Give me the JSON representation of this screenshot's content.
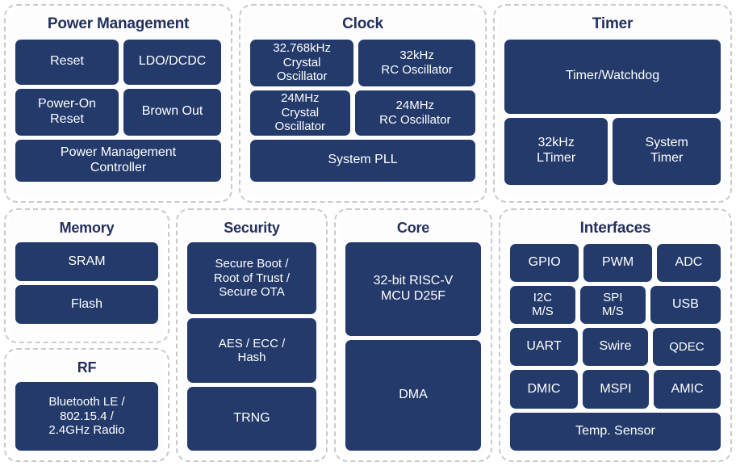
{
  "diagram": {
    "colors": {
      "block_fill": "#233a6b",
      "block_text": "#ffffff",
      "group_title": "#23305c",
      "group_border": "#c9c9c9",
      "background": "#ffffff"
    },
    "groups": [
      {
        "id": "power-management",
        "title": "Power Management",
        "blocks": [
          [
            "Reset",
            "LDO/DCDC"
          ],
          [
            "Power-On\nReset",
            "Brown Out"
          ],
          [
            "Power Management\nController"
          ]
        ]
      },
      {
        "id": "clock",
        "title": "Clock",
        "blocks": [
          [
            "32.768kHz\nCrystal\nOscillator",
            "32kHz\nRC Oscillator"
          ],
          [
            "24MHz\nCrystal\nOscillator",
            "24MHz\nRC Oscillator"
          ],
          [
            "System PLL"
          ]
        ]
      },
      {
        "id": "timer",
        "title": "Timer",
        "blocks": [
          [
            "Timer/Watchdog"
          ],
          [
            "32kHz\nLTimer",
            "System\nTimer"
          ]
        ]
      },
      {
        "id": "memory",
        "title": "Memory",
        "blocks": [
          [
            "SRAM"
          ],
          [
            "Flash"
          ]
        ]
      },
      {
        "id": "rf",
        "title": "RF",
        "blocks": [
          [
            "Bluetooth LE /\n802.15.4 /\n2.4GHz Radio"
          ]
        ]
      },
      {
        "id": "security",
        "title": "Security",
        "blocks": [
          [
            "Secure Boot /\nRoot of Trust /\nSecure OTA"
          ],
          [
            "AES / ECC /\nHash"
          ],
          [
            "TRNG"
          ]
        ]
      },
      {
        "id": "core",
        "title": "Core",
        "blocks": [
          [
            "32-bit RISC-V\nMCU D25F"
          ],
          [
            "DMA"
          ]
        ]
      },
      {
        "id": "interfaces",
        "title": "Interfaces",
        "blocks": [
          [
            "GPIO",
            "PWM",
            "ADC"
          ],
          [
            "I2C\nM/S",
            "SPI\nM/S",
            "USB"
          ],
          [
            "UART",
            "Swire",
            "QDEC"
          ],
          [
            "DMIC",
            "MSPI",
            "AMIC"
          ],
          [
            "Temp. Sensor"
          ]
        ]
      }
    ]
  }
}
